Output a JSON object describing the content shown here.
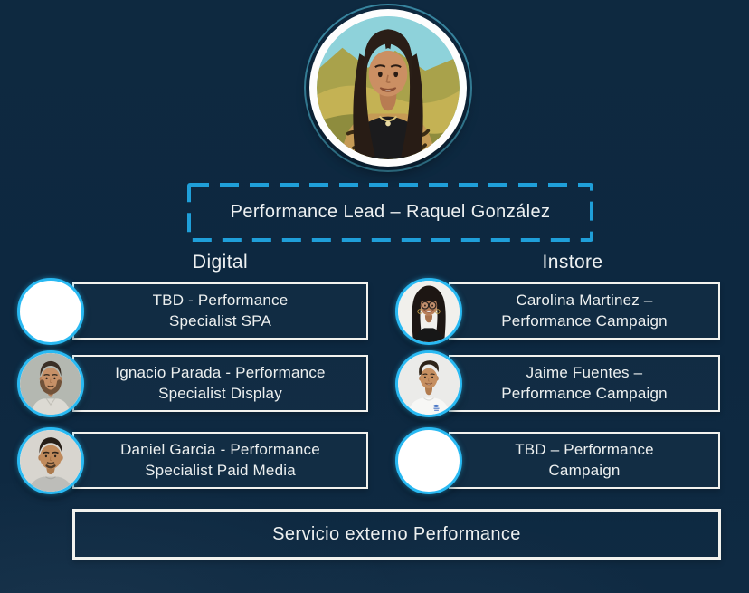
{
  "page": {
    "background_color": "#0e2940",
    "dash_border_color": "#1f9fd9",
    "avatar_ring_color": "#29b9f2",
    "card_border_color": "#f2f2ee",
    "text_color": "#edf0f0"
  },
  "lead": {
    "label": "Performance Lead – Raquel González",
    "avatar": "raquel-gonzalez-photo"
  },
  "columns": [
    {
      "heading": "Digital",
      "members": [
        {
          "line1": "TBD - Performance",
          "line2": "Specialist SPA",
          "avatar": "blank-white"
        },
        {
          "line1": "Ignacio Parada - Performance",
          "line2": "Specialist Display",
          "avatar": "ignacio-parada-photo"
        },
        {
          "line1": "Daniel Garcia - Performance",
          "line2": "Specialist Paid Media",
          "avatar": "daniel-garcia-photo"
        }
      ]
    },
    {
      "heading": "Instore",
      "members": [
        {
          "line1": "Carolina Martinez –",
          "line2": "Performance Campaign",
          "avatar": "carolina-martinez-photo"
        },
        {
          "line1": "Jaime Fuentes –",
          "line2": "Performance Campaign",
          "avatar": "jaime-fuentes-photo"
        },
        {
          "line1": "TBD – Performance",
          "line2": "Campaign",
          "avatar": "blank-white"
        }
      ]
    }
  ],
  "footer": {
    "label": "Servicio externo Performance"
  }
}
